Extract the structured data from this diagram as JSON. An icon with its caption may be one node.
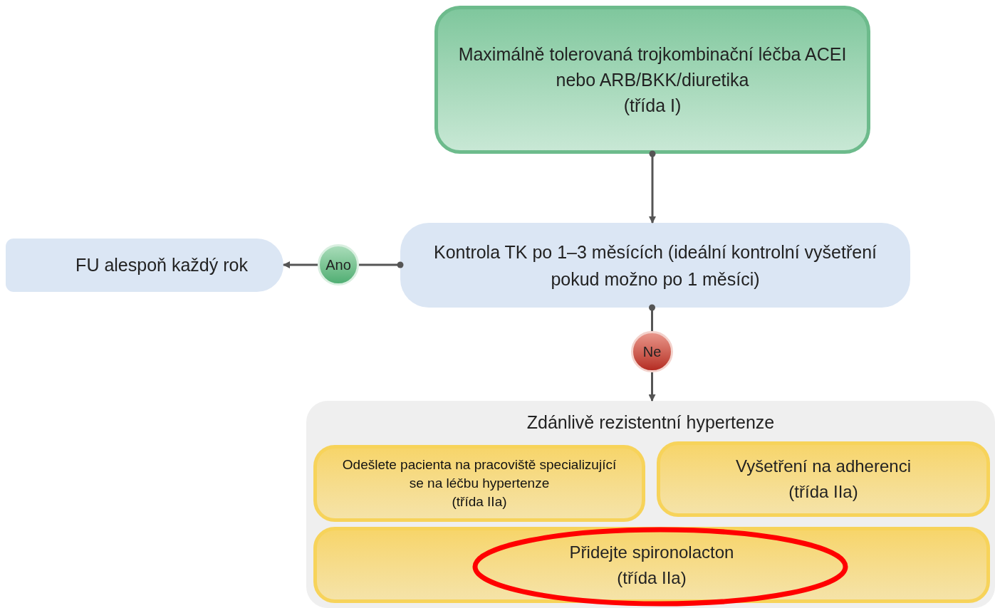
{
  "diagram": {
    "nodes": [
      {
        "text": [
          "Maximálně tolerovaná trojkombinační léčba ACEI nebo ARB/BKK/diuretika",
          "(třída I)"
        ]
      },
      {
        "text": [
          "Kontrola TK po 1–3 měsících (ideální kontrolní vyšetření pokud možno po 1 měsíci)"
        ]
      },
      {
        "text": [
          "FU alespoň každý rok"
        ]
      },
      {
        "text": [
          "Ano"
        ]
      },
      {
        "text": [
          "Ne"
        ]
      },
      {
        "text": [
          "Zdánlivě rezistentní hypertenze"
        ]
      },
      {
        "text": [
          "Odešlete pacienta na pracoviště specializující se na léčbu hypertenze",
          "(třída IIa)"
        ],
        "in": 5
      },
      {
        "text": [
          "Vyšetření na adherenci",
          "(třída IIa)"
        ],
        "in": 5
      },
      {
        "text": [
          "Přidejte spironolacton",
          "(třída IIa)"
        ],
        "in": 5
      }
    ],
    "edges": [
      {
        "from": 0,
        "to": 1,
        "arrow": "to"
      },
      {
        "from": 1,
        "to": 3,
        "arrow": "other"
      },
      {
        "from": 3,
        "to": 2,
        "arrow": "to"
      },
      {
        "from": 1,
        "to": 4,
        "arrow": "other"
      },
      {
        "from": 4,
        "to": 5,
        "arrow": "to"
      }
    ]
  }
}
